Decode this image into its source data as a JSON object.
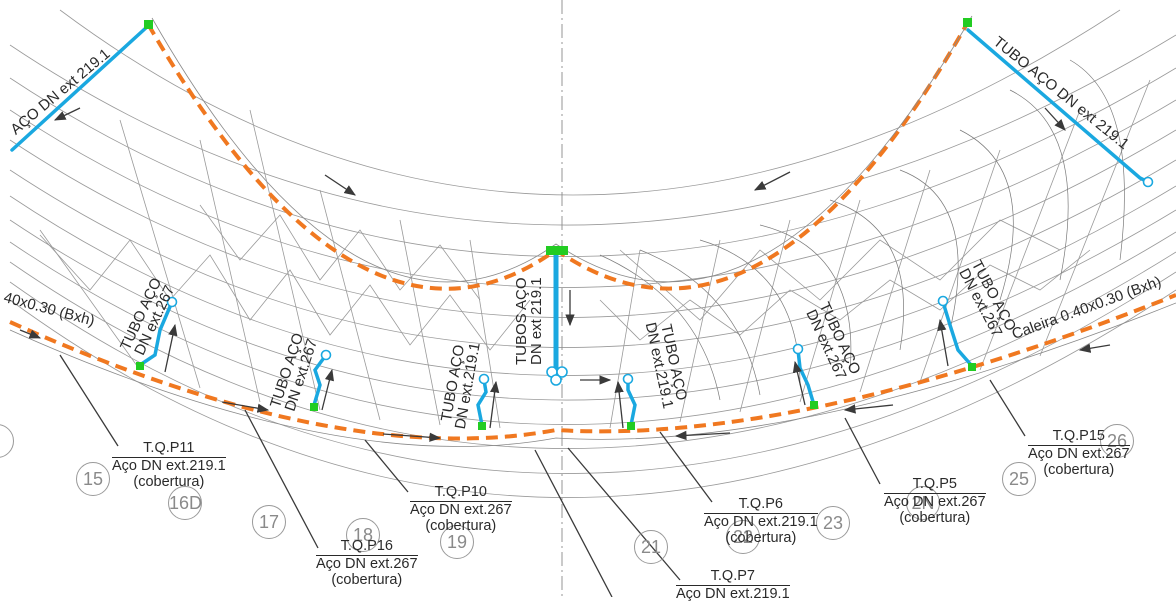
{
  "drainage_points": [
    {
      "id": "T.Q.P11",
      "material": "Aço DN ext.219.1",
      "note": "(cobertura)"
    },
    {
      "id": "T.Q.P10",
      "material": "Aço DN ext.267",
      "note": "(cobertura)"
    },
    {
      "id": "T.Q.P16",
      "material": "Aço DN ext.267",
      "note": "(cobertura)"
    },
    {
      "id": "T.Q.P6",
      "material": "Aço DN ext.219.1",
      "note": "(cobertura)"
    },
    {
      "id": "T.Q.P5",
      "material": "Aço DN ext.267",
      "note": "(cobertura)"
    },
    {
      "id": "T.Q.P15",
      "material": "Aço DN ext.267",
      "note": "(cobertura)"
    },
    {
      "id": "T.Q.P7",
      "material": "Aço DN ext.219.1",
      "note": ""
    }
  ],
  "pipe_labels": {
    "top_left": "AÇO DN ext 219.1",
    "top_right": "TUBO AÇO DN ext 219.1",
    "p11_l1": "TUBO AÇO",
    "p11_l2": "DN ext.267",
    "p16_l1": "TUBO AÇO",
    "p16_l2": "DN ext.267",
    "p10_l1": "TUBO AÇO",
    "p10_l2": "DN ext.219.1",
    "center_l1": "TUBOS AÇO",
    "center_l2": "DN ext 219.1",
    "p6_l1": "TUBO AÇO",
    "p6_l2": "DN ext.219.1",
    "p5_l1": "TUBO AÇO",
    "p5_l2": "DN ext.267",
    "p15_l1": "TUBO AÇO",
    "p15_l2": "DN ext.267"
  },
  "gutter_labels": {
    "left": "40x0.30 (Bxh)",
    "right": "Caleira 0.40x0.30 (Bxh)"
  },
  "axis_numbers": [
    "15",
    "16D",
    "17",
    "18",
    "19",
    "21",
    "22",
    "23",
    "2N",
    "25",
    "26"
  ],
  "colors": {
    "gutter_dash": "#f07820",
    "pipe": "#1aa8e0",
    "node": "#22cc22",
    "linework": "#6a6a6a",
    "text": "#2a2a2a",
    "axis_grey": "#9a9a9a"
  }
}
